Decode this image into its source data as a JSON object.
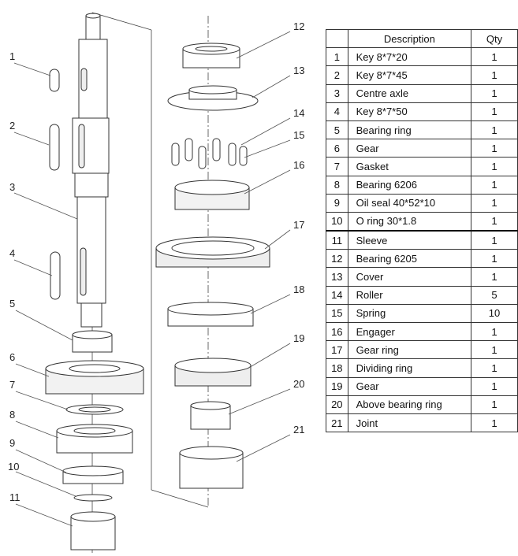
{
  "callout_numbers": [
    "1",
    "2",
    "3",
    "4",
    "5",
    "6",
    "7",
    "8",
    "9",
    "10",
    "11",
    "12",
    "13",
    "14",
    "15",
    "16",
    "17",
    "18",
    "19",
    "20",
    "21"
  ],
  "table": {
    "headers": {
      "no": "",
      "description": "Description",
      "qty": "Qty"
    },
    "rows": [
      {
        "no": "1",
        "description": "Key 8*7*20",
        "qty": "1"
      },
      {
        "no": "2",
        "description": "Key 8*7*45",
        "qty": "1"
      },
      {
        "no": "3",
        "description": "Centre axle",
        "qty": "1"
      },
      {
        "no": "4",
        "description": "Key 8*7*50",
        "qty": "1"
      },
      {
        "no": "5",
        "description": "Bearing ring",
        "qty": "1"
      },
      {
        "no": "6",
        "description": "Gear",
        "qty": "1"
      },
      {
        "no": "7",
        "description": "Gasket",
        "qty": "1"
      },
      {
        "no": "8",
        "description": "Bearing 6206",
        "qty": "1"
      },
      {
        "no": "9",
        "description": "Oil seal 40*52*10",
        "qty": "1"
      },
      {
        "no": "10",
        "description": "O ring 30*1.8",
        "qty": "1"
      },
      {
        "no": "11",
        "description": "Sleeve",
        "qty": "1"
      },
      {
        "no": "12",
        "description": "Bearing 6205",
        "qty": "1"
      },
      {
        "no": "13",
        "description": "Cover",
        "qty": "1"
      },
      {
        "no": "14",
        "description": "Roller",
        "qty": "5"
      },
      {
        "no": "15",
        "description": "Spring",
        "qty": "10"
      },
      {
        "no": "16",
        "description": "Engager",
        "qty": "1"
      },
      {
        "no": "17",
        "description": "Gear ring",
        "qty": "1"
      },
      {
        "no": "18",
        "description": "Dividing ring",
        "qty": "1"
      },
      {
        "no": "19",
        "description": "Gear",
        "qty": "1"
      },
      {
        "no": "20",
        "description": "Above bearing ring",
        "qty": "1"
      },
      {
        "no": "21",
        "description": "Joint",
        "qty": "1"
      }
    ]
  }
}
